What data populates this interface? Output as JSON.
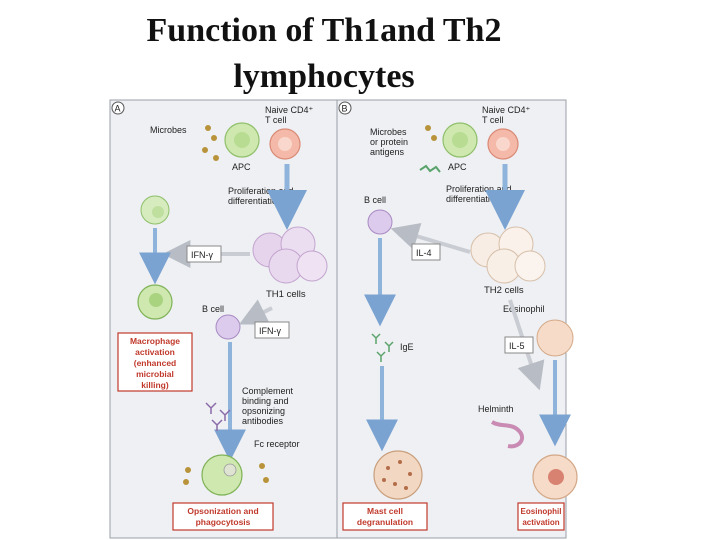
{
  "title": {
    "line1": "Function of Th1and Th2",
    "line2": "lymphocytes"
  },
  "panel_a": {
    "letter": "A",
    "naive_cd4_line1": "Naive CD4⁺",
    "naive_cd4_line2": "T cell",
    "microbes": "Microbes",
    "apc": "APC",
    "prolif_line1": "Proliferation and",
    "prolif_line2": "differentiation",
    "ifn_box_1": "IFN-γ",
    "th1_cells": "TH1 cells",
    "b_cell": "B cell",
    "ifn_box_2": "IFN-γ",
    "macrophage_box": [
      "Macrophage",
      "activation",
      "(enhanced",
      "microbial",
      "killing)"
    ],
    "complement": [
      "Complement",
      "binding and",
      "opsonizing",
      "antibodies"
    ],
    "fc_receptor": "Fc receptor",
    "opsonization_box": [
      "Opsonization and",
      "phagocytosis"
    ]
  },
  "panel_b": {
    "letter": "B",
    "naive_cd4_line1": "Naive CD4⁺",
    "naive_cd4_line2": "T cell",
    "microbes": [
      "Microbes",
      "or protein",
      "antigens"
    ],
    "apc": "APC",
    "prolif_line1": "Proliferation and",
    "prolif_line2": "differentiation",
    "b_cell": "B cell",
    "il4_box": "IL-4",
    "th2_cells": "TH2 cells",
    "eosinophil": "Eosinophil",
    "ige": "IgE",
    "il5_box": "IL-5",
    "helminth": "Helminth",
    "mast_box": [
      "Mast cell",
      "degranulation"
    ],
    "eosinophil_box": [
      "Eosinophil",
      "activation"
    ]
  },
  "colors": {
    "panel_bg": "#eef0f3",
    "arrow_blue": "#8fb4dc",
    "box_red": "#c0392b",
    "apc_green": "#cfe8b0",
    "naive_pink": "#f4b9a8",
    "th1_lilac": "#e6d4ec"
  }
}
